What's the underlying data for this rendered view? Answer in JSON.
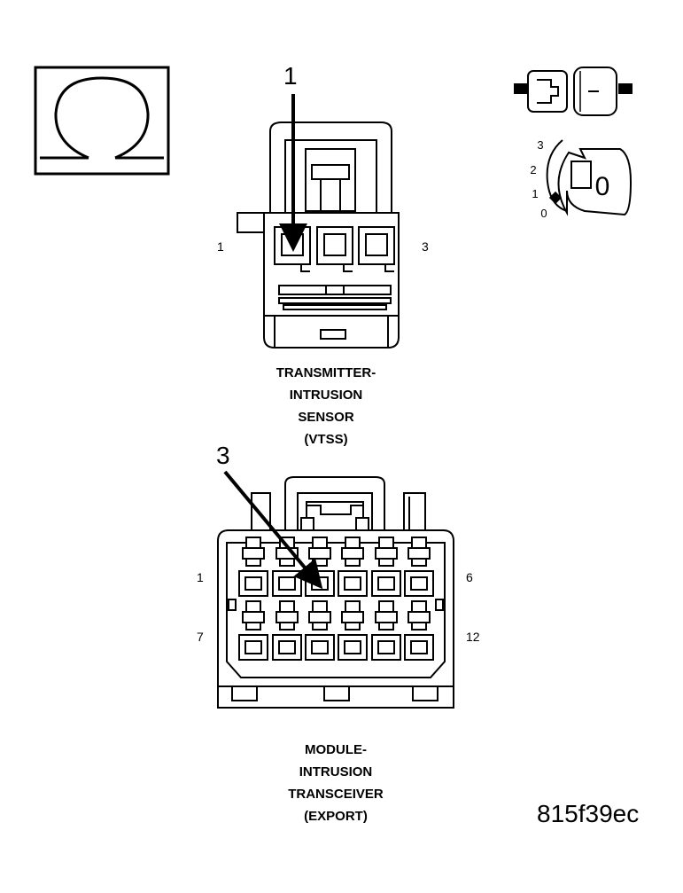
{
  "meter_symbol": {
    "icon": "ohm-icon",
    "glyph": "Ω"
  },
  "key_icon": {
    "positions": [
      "3",
      "2",
      "1",
      "0"
    ],
    "selected_position": "0"
  },
  "vtss_connector": {
    "callout": "1",
    "pin_first": "1",
    "pin_last": "3",
    "caption": [
      "TRANSMITTER-",
      "INTRUSION",
      "SENSOR",
      "(VTSS)"
    ]
  },
  "module_connector": {
    "callout": "3",
    "pin_top_left": "1",
    "pin_top_right": "6",
    "pin_bottom_left": "7",
    "pin_bottom_right": "12",
    "caption": [
      "MODULE-",
      "INTRUSION",
      "TRANSCEIVER",
      "(EXPORT)"
    ]
  },
  "figure_code": "815f39ec"
}
